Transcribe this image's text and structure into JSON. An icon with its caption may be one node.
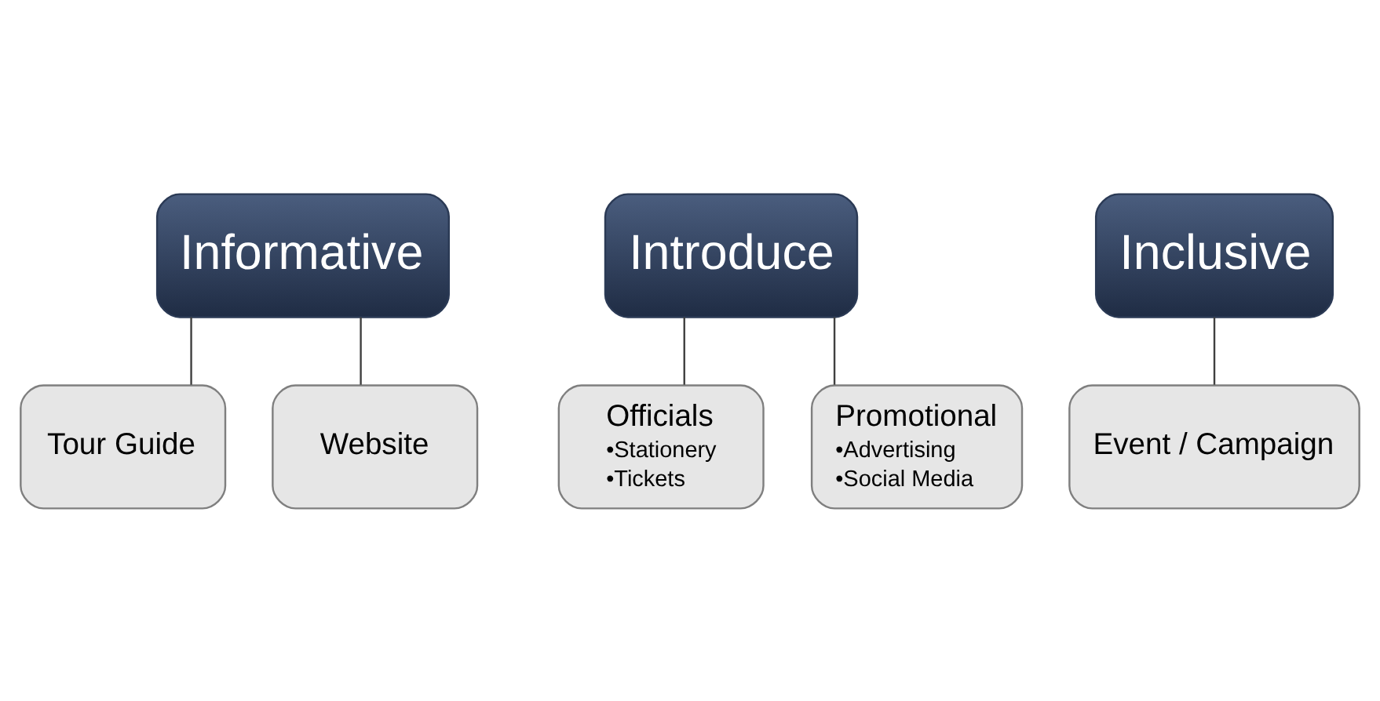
{
  "diagram": {
    "nodes": [
      {
        "text": [
          "Informative"
        ]
      },
      {
        "text": [
          "Tour Guide"
        ]
      },
      {
        "text": [
          "Website"
        ]
      },
      {
        "text": [
          "Introduce"
        ]
      },
      {
        "text": [
          "Officials",
          "•Stationery",
          "•Tickets"
        ]
      },
      {
        "text": [
          "Promotional",
          "•Advertising",
          "•Social Media"
        ]
      },
      {
        "text": [
          "Inclusive"
        ]
      },
      {
        "text": [
          "Event / Campaign"
        ]
      }
    ],
    "edges": [
      {
        "from": 0,
        "to": 1,
        "arrow": "none"
      },
      {
        "from": 0,
        "to": 2,
        "arrow": "none"
      },
      {
        "from": 3,
        "to": 4,
        "arrow": "none"
      },
      {
        "from": 3,
        "to": 5,
        "arrow": "none"
      },
      {
        "from": 6,
        "to": 7,
        "arrow": "none"
      }
    ]
  }
}
